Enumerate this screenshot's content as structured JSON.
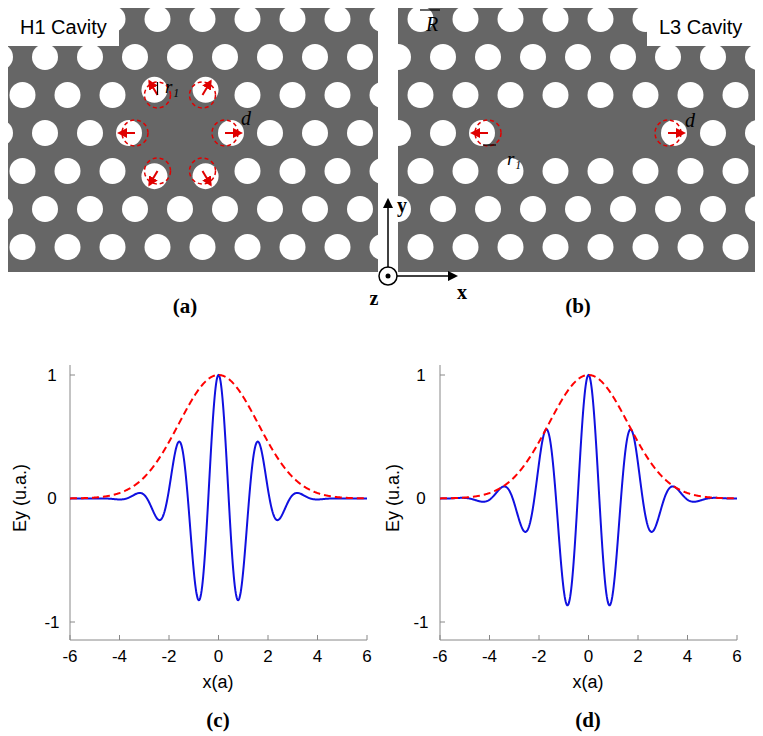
{
  "diagram": {
    "nodes": [
      {
        "text": [
          "H1 Cavity"
        ]
      },
      {
        "text": [
          "L3 Cavity"
        ]
      }
    ],
    "labels": [
      "R",
      "r₁",
      "d",
      "r₁",
      "d",
      "y",
      "x",
      "z",
      "(a)",
      "(b)",
      "1",
      "0",
      "-1",
      "-6",
      "-4",
      "-2",
      "0",
      "2",
      "4",
      "6",
      "Ey (u.a.)",
      "x(a)",
      "(c)",
      "1",
      "0",
      "-1",
      "-6",
      "-4",
      "-2",
      "0",
      "2",
      "4",
      "6",
      "Ey (u.a.)",
      "x(a)",
      "(d)"
    ]
  }
}
